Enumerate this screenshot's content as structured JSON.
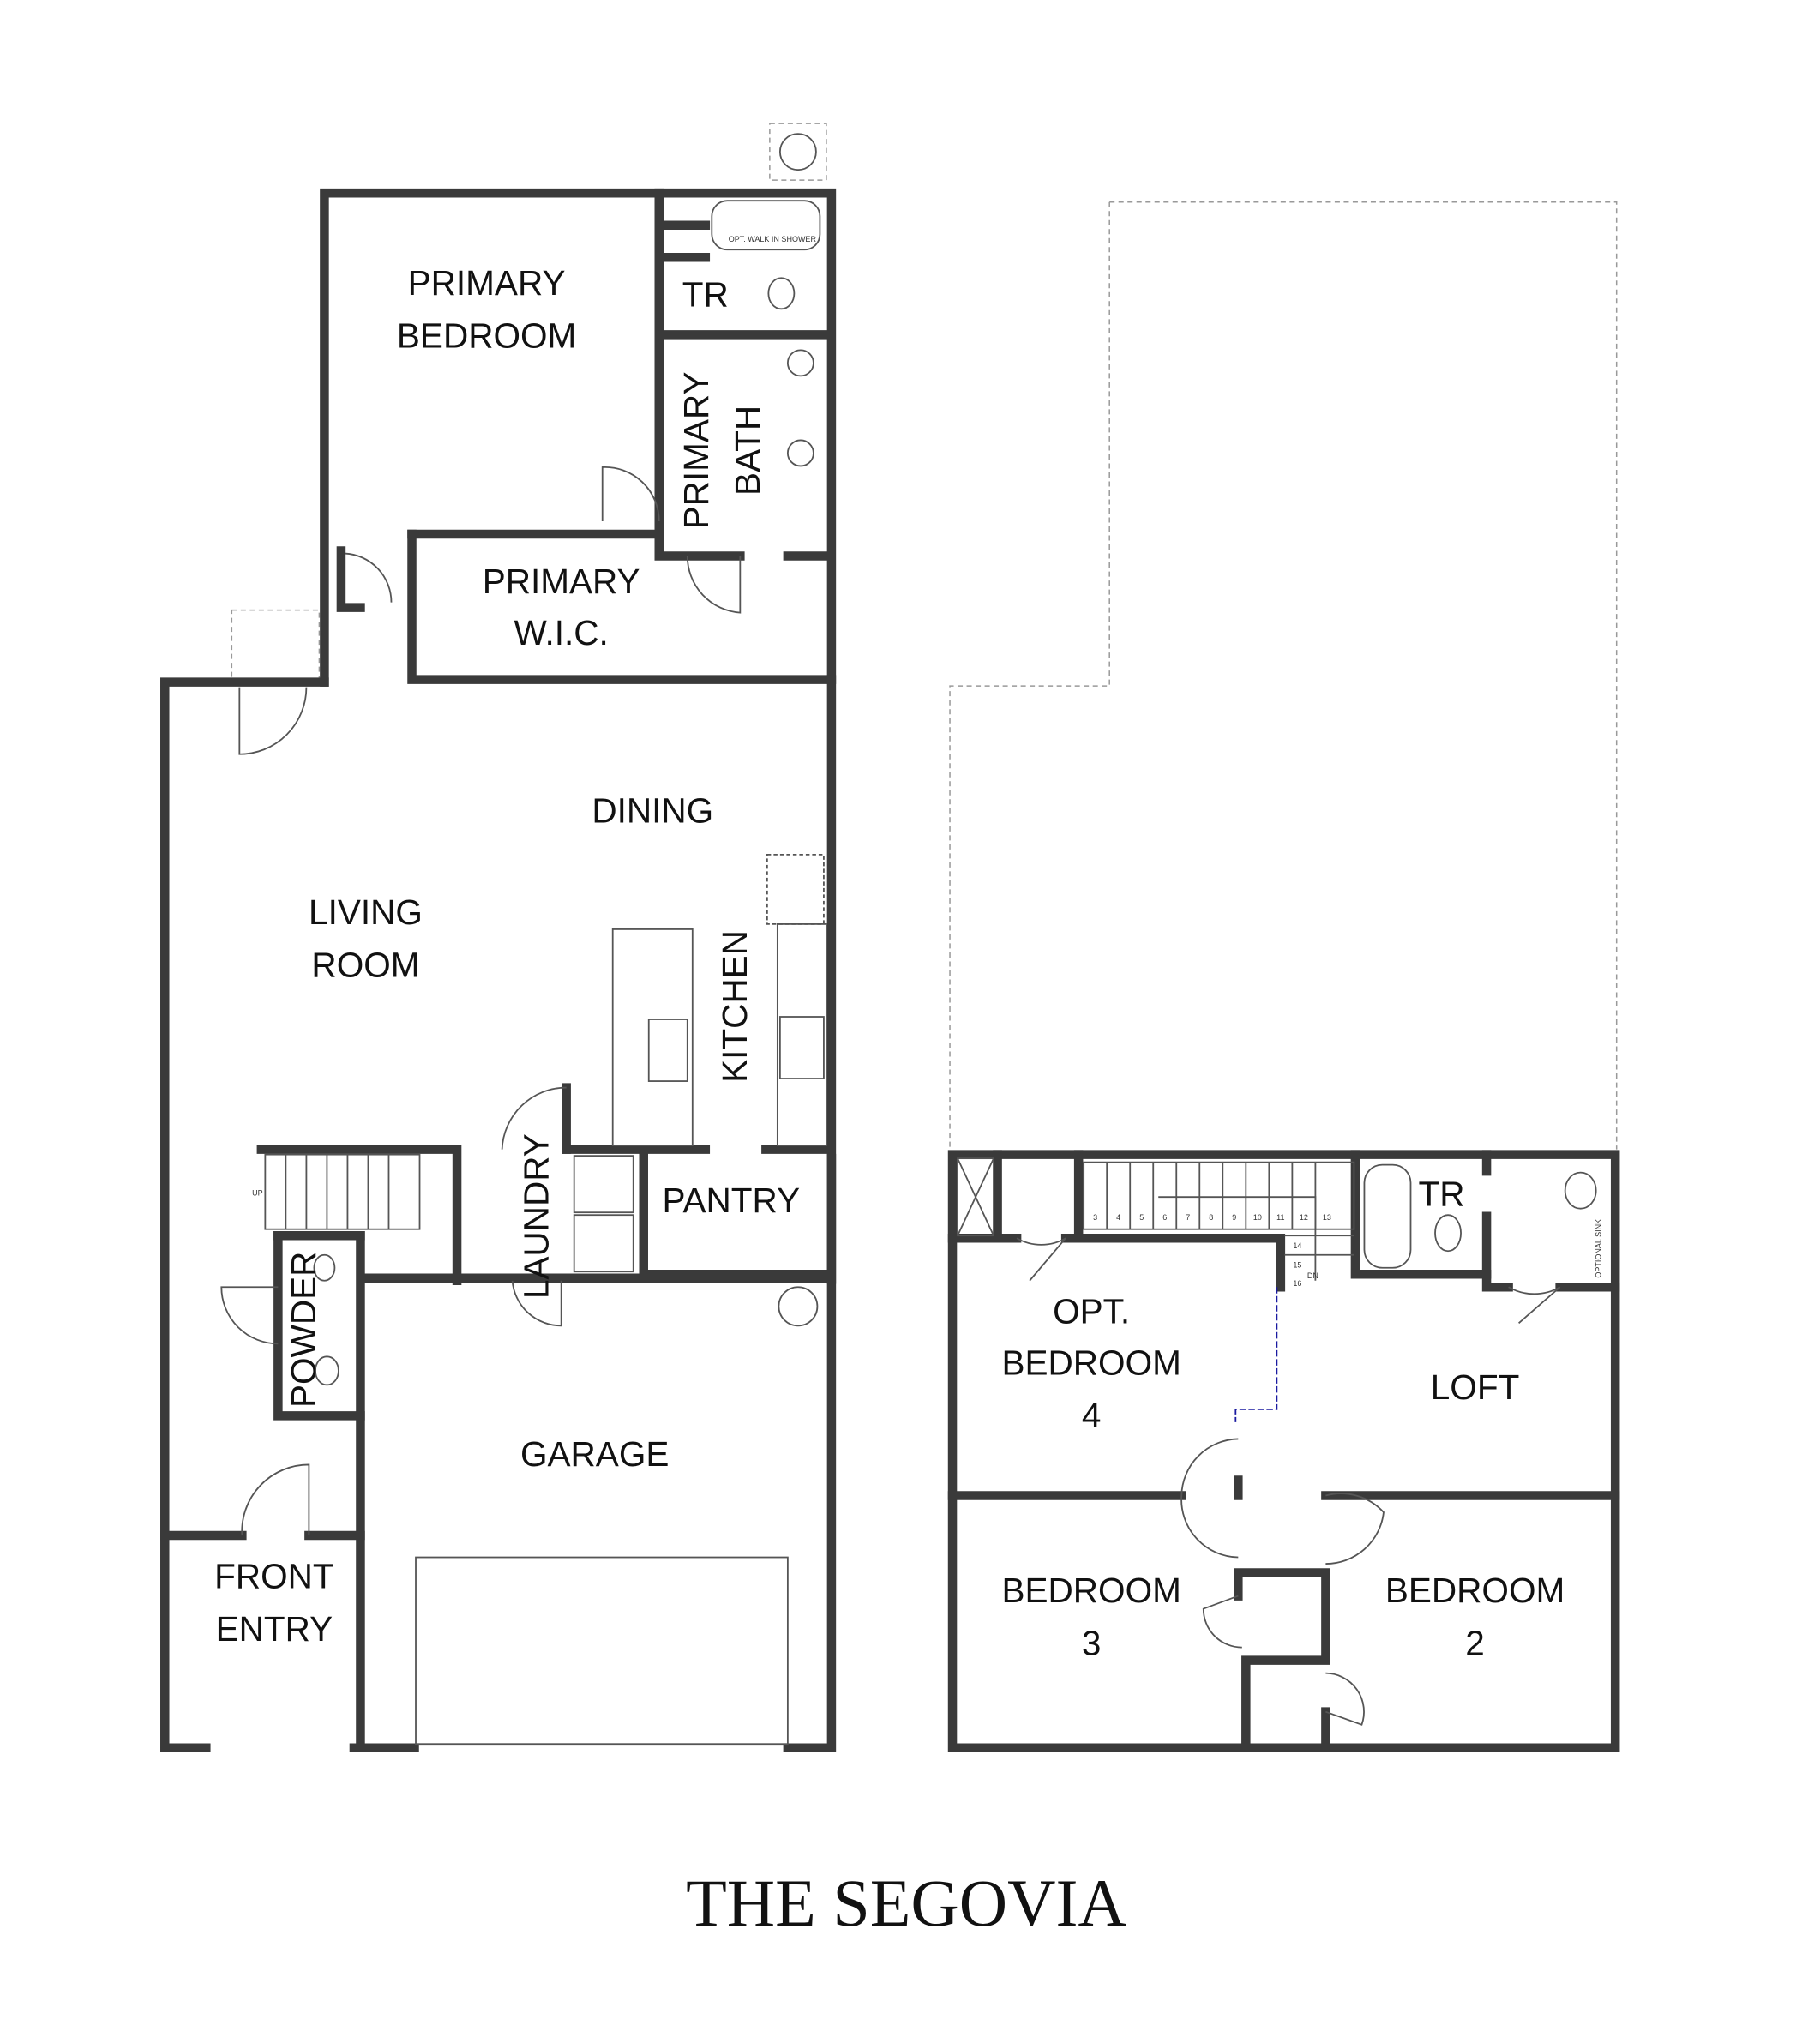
{
  "title": "THE SEGOVIA",
  "first_floor": {
    "rooms": {
      "primary_bedroom": [
        "PRIMARY",
        "BEDROOM"
      ],
      "tr": "TR",
      "primary_bath": [
        "PRIMARY",
        "BATH"
      ],
      "primary_wic": [
        "PRIMARY",
        "W.I.C."
      ],
      "dining": "DINING",
      "living_room": [
        "LIVING",
        "ROOM"
      ],
      "kitchen": "KITCHEN",
      "laundry": "LAUNDRY",
      "pantry": "PANTRY",
      "powder": "POWDER",
      "garage": "GARAGE",
      "front_entry": [
        "FRONT",
        "ENTRY"
      ]
    },
    "notes": {
      "opt_walk_in_shower": "OPT. WALK IN SHOWER",
      "stairs_up": "UP"
    }
  },
  "second_floor": {
    "rooms": {
      "opt_bedroom_4": [
        "OPT.",
        "BEDROOM",
        "4"
      ],
      "loft": "LOFT",
      "tr": "TR",
      "bedroom_3": [
        "BEDROOM",
        "3"
      ],
      "bedroom_2": [
        "BEDROOM",
        "2"
      ]
    },
    "notes": {
      "stairs_down": "DN",
      "optional_sink": "OPTIONAL SINK"
    },
    "stair_numbers": [
      "3",
      "4",
      "5",
      "6",
      "7",
      "8",
      "9",
      "10",
      "11",
      "12",
      "13",
      "14",
      "15",
      "16"
    ]
  },
  "colors": {
    "wall": "#3a3a3a",
    "background": "#ffffff",
    "railing": "#1a1aa0"
  }
}
